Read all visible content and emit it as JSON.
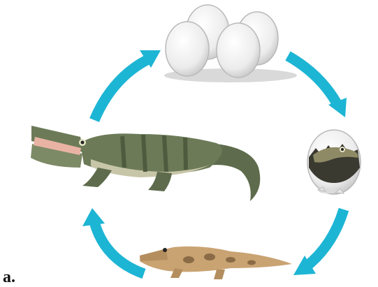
{
  "figure": {
    "panel_label": "a.",
    "stages": [
      {
        "name": "eggs-cluster",
        "icon": "eggs-icon"
      },
      {
        "name": "hatching-egg",
        "icon": "hatchling-egg-icon"
      },
      {
        "name": "juvenile-crocodile",
        "icon": "juvenile-crocodile-icon"
      },
      {
        "name": "adult-crocodile",
        "icon": "adult-crocodile-icon"
      }
    ],
    "colors": {
      "arrow": "#1db5d4",
      "egg": "#eeeeee",
      "egg_shadow": "#c9c9c9",
      "adult_body": "#6c7a58",
      "adult_belly": "#c8c6a8",
      "juvenile_body": "#c9a372",
      "juvenile_spots": "#8a6b46"
    }
  }
}
